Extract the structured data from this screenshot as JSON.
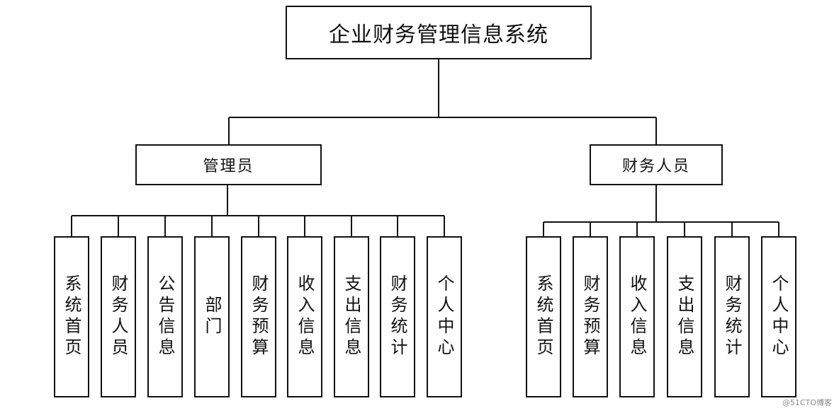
{
  "diagram": {
    "type": "org-tree",
    "root": "企业财务管理信息系统",
    "roles": [
      {
        "name": "管理员",
        "modules": [
          "系统首页",
          "财务人员",
          "公告信息",
          "部门",
          "财务预算",
          "收入信息",
          "支出信息",
          "财务统计",
          "个人中心"
        ]
      },
      {
        "name": "财务人员",
        "modules": [
          "系统首页",
          "财务预算",
          "收入信息",
          "支出信息",
          "财务统计",
          "个人中心"
        ]
      }
    ],
    "line_color": "#111111"
  },
  "watermark": "@51CTO博客"
}
